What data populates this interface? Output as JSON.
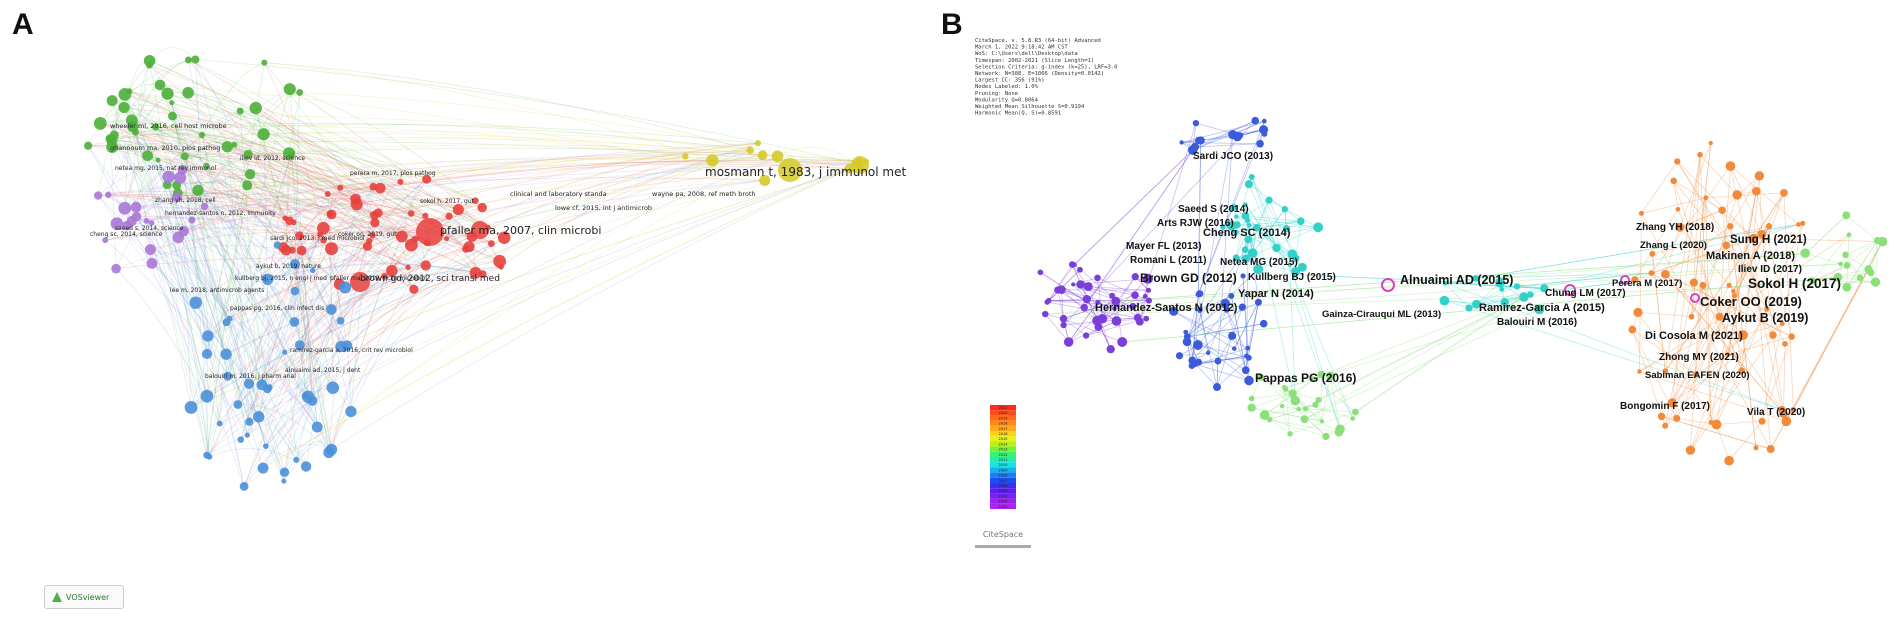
{
  "panels": {
    "a": {
      "letter": "A"
    },
    "b": {
      "letter": "B"
    }
  },
  "vosviewer_logo": "VOSviewer",
  "citespace_logo": "CiteSpace",
  "panel_a_labels": [
    "mosmann t, 1983, j immunol met",
    "pfaller ma, 2007, clin microbi",
    "brown gd, 2012, sci transl med",
    "clinical and laboratory standa",
    "wayne pa, 2008, ref meth broth",
    "lowe cf, 2015, int j antimicrob",
    "lee m, 2018, antimicrob agents",
    "pfaller ma, 2019, j clin microbiol",
    "perera m, 2017, plos pathog",
    "zhang yh, 2018, cell",
    "sokol h, 2017, gut",
    "coker oo, 2019, gut",
    "aykut b, 2019, nature",
    "wheeler ml, 2016, cell host microbe",
    "ghannoum ma, 2010, plos pathog",
    "iliev id, 2012, science",
    "hernandez-santos n, 2012, immunity",
    "saeed s, 2014, science",
    "cheng sc, 2014, science",
    "netea mg, 2015, nat rev immunol",
    "kullberg bj, 2015, n engl j med",
    "pappas pg, 2016, clin infect dis",
    "sardi jco, 2013, j med microbiol",
    "alnuaimi ad, 2015, j dent",
    "ramirez-garcia a, 2016, crit rev microbiol",
    "balouiri m, 2016, j pharm anal"
  ],
  "panel_b_labels": [
    "Sardi JCO (2013)",
    "Saeed S (2014)",
    "Arts RJW (2016)",
    "Cheng SC (2014)",
    "Mayer FL (2013)",
    "Romani L (2011)",
    "Netea MG (2015)",
    "Kullberg BJ (2015)",
    "Brown GD (2012)",
    "Yapar N (2014)",
    "Hernandez-Santos N (2012)",
    "Gainza-Cirauqui ML (2013)",
    "Pappas PG (2016)",
    "Alnuaimi AD (2015)",
    "Ramirez-Garcia A (2015)",
    "Balouiri M (2016)",
    "Chung LM (2017)",
    "Zhang YH (2018)",
    "Zhang L (2020)",
    "Sung H (2021)",
    "Makinen A (2018)",
    "Iliev ID (2017)",
    "Perera M (2017)",
    "Sokol H (2017)",
    "Coker OO (2019)",
    "Aykut B (2019)",
    "Di Cosola M (2021)",
    "Zhong MY (2021)",
    "Sabiman EAFEN (2020)",
    "Bongomin F (2017)",
    "Vila T (2020)"
  ],
  "panel_b_metadata": [
    "CiteSpace, v. 5.8.R3 (64-bit) Advanced",
    "March 1, 2022 9:18:42 AM CST",
    "WoS: C:\\Users\\dell\\Desktop\\data",
    "Timespan: 2002-2021 (Slice Length=1)",
    "Selection Criteria: g-index (k=25), LRF=3.0",
    "Network: N=388, E=1066 (Density=0.0142)",
    "Largest CC: 356 (91%)",
    "Nodes Labeled: 1.0%",
    "Pruning: None",
    "Modularity Q=0.8064",
    "Weighted Mean Silhouette S=0.9194",
    "Harmonic Mean(Q, S)=0.8591"
  ],
  "year_legend": [
    "2021",
    "2020",
    "2019",
    "2018",
    "2017",
    "2016",
    "2015",
    "2014",
    "2013",
    "2012",
    "2011",
    "2010",
    "2009",
    "2008",
    "2007",
    "2006",
    "2005",
    "2004",
    "2003",
    "2002"
  ],
  "colors": {
    "green_cluster": "#4caf3a",
    "red_cluster": "#e8403c",
    "blue_cluster": "#4a90d9",
    "purple_cluster": "#a878d6",
    "yellow_cluster": "#d6c928",
    "b_purple": "#7b3fd8",
    "b_blue": "#3b5bdb",
    "b_cyan": "#2fd1c8",
    "b_orange": "#f28a3c",
    "b_lightgreen": "#8be07a",
    "b_magenta": "#e040c0"
  }
}
